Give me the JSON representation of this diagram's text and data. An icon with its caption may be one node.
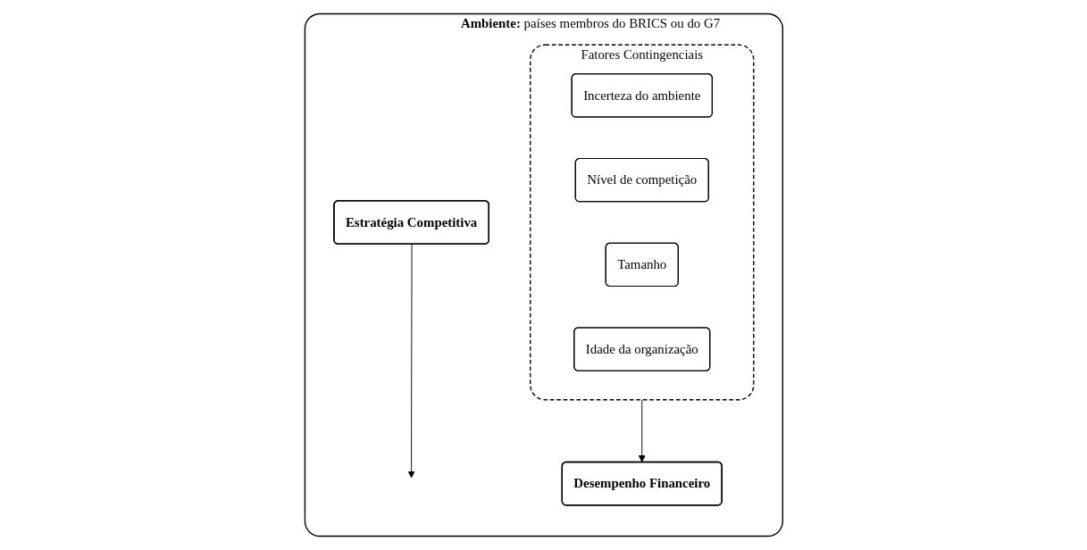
{
  "diagram": {
    "nodes": [
      {
        "text": [
          "**Ambiente:** países membros do BRICS ou do G7"
        ]
      },
      {
        "text": [
          "Estratégia Competitiva"
        ],
        "in": 0
      },
      {
        "text": [
          "Fatores Contingenciais"
        ],
        "in": 0
      },
      {
        "text": [
          "Incerteza do ambiente"
        ],
        "in": 2
      },
      {
        "text": [
          "Nível de competição"
        ],
        "in": 2
      },
      {
        "text": [
          "Tamanho"
        ],
        "in": 2
      },
      {
        "text": [
          "Idade da organização"
        ],
        "in": 2
      },
      {
        "text": [
          "Desempenho Financeiro"
        ],
        "in": 0
      }
    ],
    "edges": [
      {
        "from": 2,
        "to": 7,
        "arrow": "to"
      },
      {
        "from": 1,
        "to": null,
        "arrow": "to"
      }
    ]
  }
}
